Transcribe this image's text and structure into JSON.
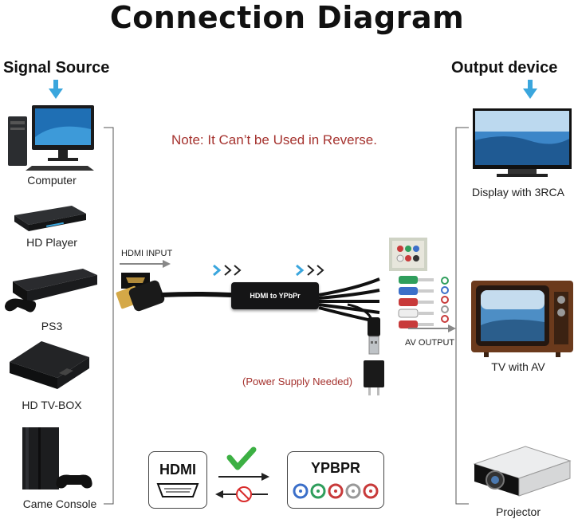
{
  "title": "Connection Diagram",
  "left_header": "Signal Source",
  "right_header": "Output device",
  "note": "Note: It Can’t be Used in Reverse.",
  "sources": [
    {
      "label": "Computer",
      "icon": "computer-icon"
    },
    {
      "label": "HD Player",
      "icon": "bluray-player-icon"
    },
    {
      "label": "PS3",
      "icon": "ps3-console-icon"
    },
    {
      "label": "HD TV-BOX",
      "icon": "tv-box-icon"
    },
    {
      "label": "Came Console",
      "icon": "game-console-icon"
    }
  ],
  "outputs": [
    {
      "label": "Display with 3RCA",
      "icon": "flat-display-icon"
    },
    {
      "label": "TV with AV",
      "icon": "retro-tv-icon"
    },
    {
      "label": "Projector",
      "icon": "projector-icon"
    }
  ],
  "hdmi_input_label": "HDMI INPUT",
  "av_output_label": "AV OUTPUT",
  "converter_label": "HDMI to YPbPr",
  "power_note": "(Power Supply Needed)",
  "badges": {
    "hdmi": "HDMI",
    "ypbpr": "YPBPR"
  },
  "colors": {
    "note_red": "#a5322e",
    "arrow_blue": "#3aa6dd",
    "check_green": "#3cb043",
    "forbid_red": "#d92c2c",
    "rca_green": "#2f9e5c",
    "rca_blue": "#3b6fc9",
    "rca_red": "#c83a3a"
  }
}
